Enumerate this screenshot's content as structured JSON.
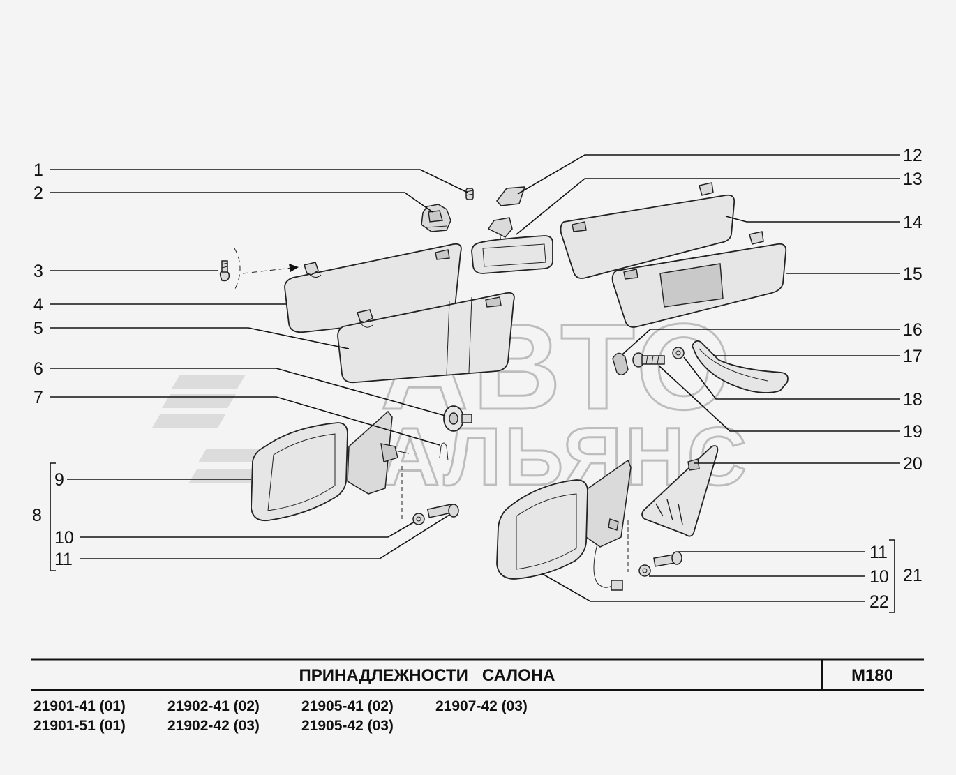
{
  "watermark": {
    "line1": "АВТО",
    "line2": "АЛЬЯНС"
  },
  "callouts": {
    "n1": "1",
    "n2": "2",
    "n3": "3",
    "n4": "4",
    "n5": "5",
    "n6": "6",
    "n7": "7",
    "n8": "8",
    "n9": "9",
    "n10_left": "10",
    "n11_left": "11",
    "n12": "12",
    "n13": "13",
    "n14": "14",
    "n15": "15",
    "n16": "16",
    "n17": "17",
    "n18": "18",
    "n19": "19",
    "n20": "20",
    "n11_right": "11",
    "n10_right": "10",
    "n21": "21",
    "n22": "22"
  },
  "title_block": {
    "title": "ПРИНАДЛЕЖНОСТИ   САЛОНА",
    "code": "М180"
  },
  "model_codes": [
    "21901-41 (01)",
    "21902-41 (02)",
    "21905-41 (02)",
    "21907-42 (03)",
    "21901-51 (01)",
    "21902-42 (03)",
    "21905-42 (03)"
  ]
}
